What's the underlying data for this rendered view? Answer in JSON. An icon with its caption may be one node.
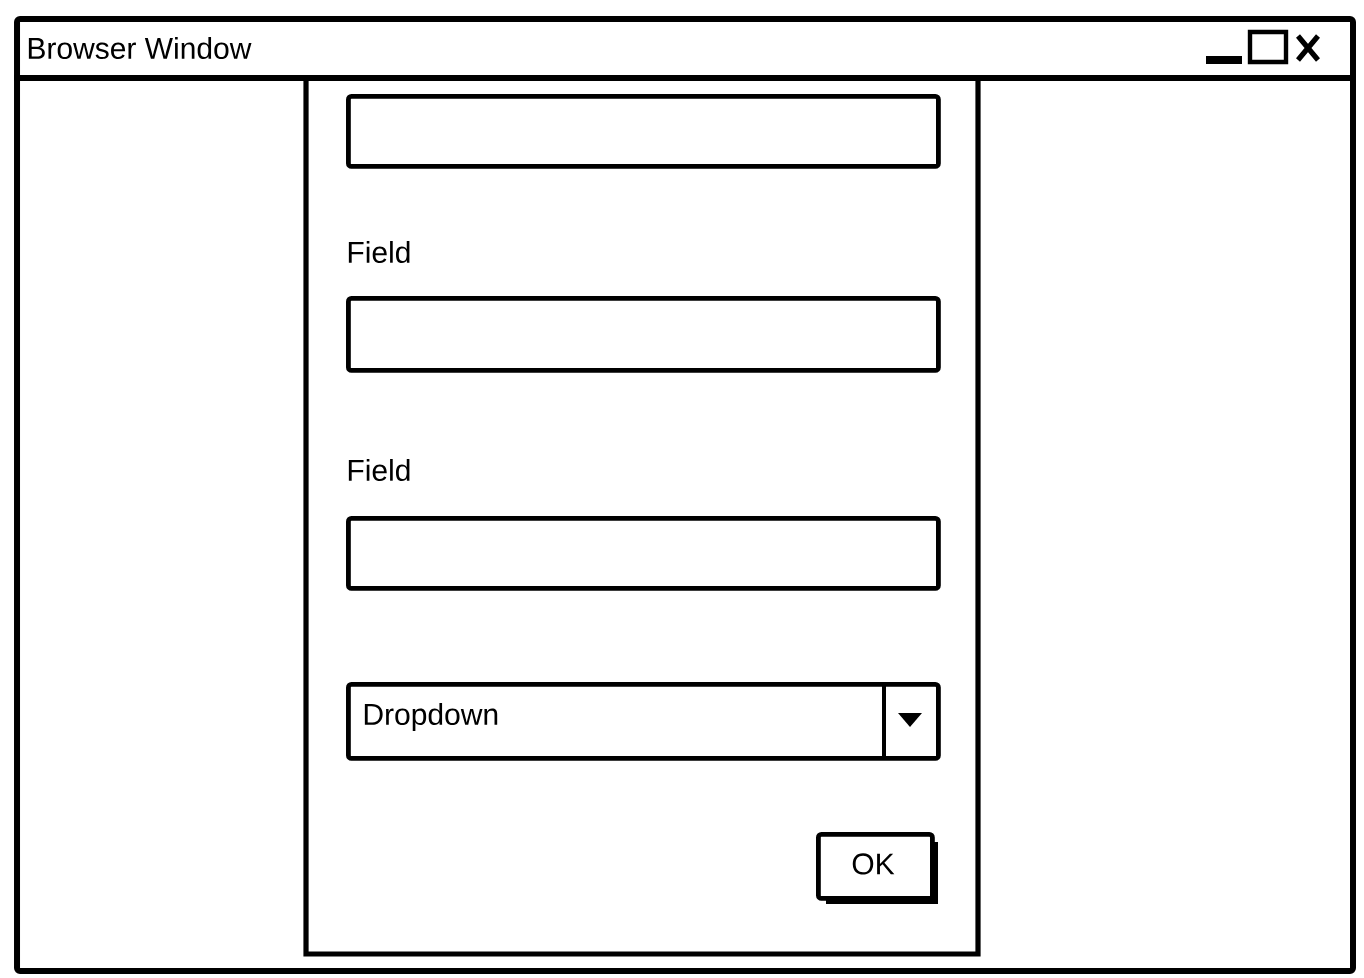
{
  "diagram": {
    "nodes": [
      {
        "text": [
          "Browser Window"
        ]
      },
      {
        "text": [],
        "shape": "box",
        "in": 0
      },
      {
        "text": [],
        "shape": "box",
        "in": 1
      },
      {
        "text": [],
        "shape": "box",
        "in": 1
      },
      {
        "text": [],
        "shape": "box",
        "in": 1
      },
      {
        "text": [
          "Dropdown"
        ],
        "in": 1
      },
      {
        "text": [
          "OK"
        ],
        "in": 1
      }
    ],
    "labels": [
      "Field",
      "Field"
    ]
  }
}
